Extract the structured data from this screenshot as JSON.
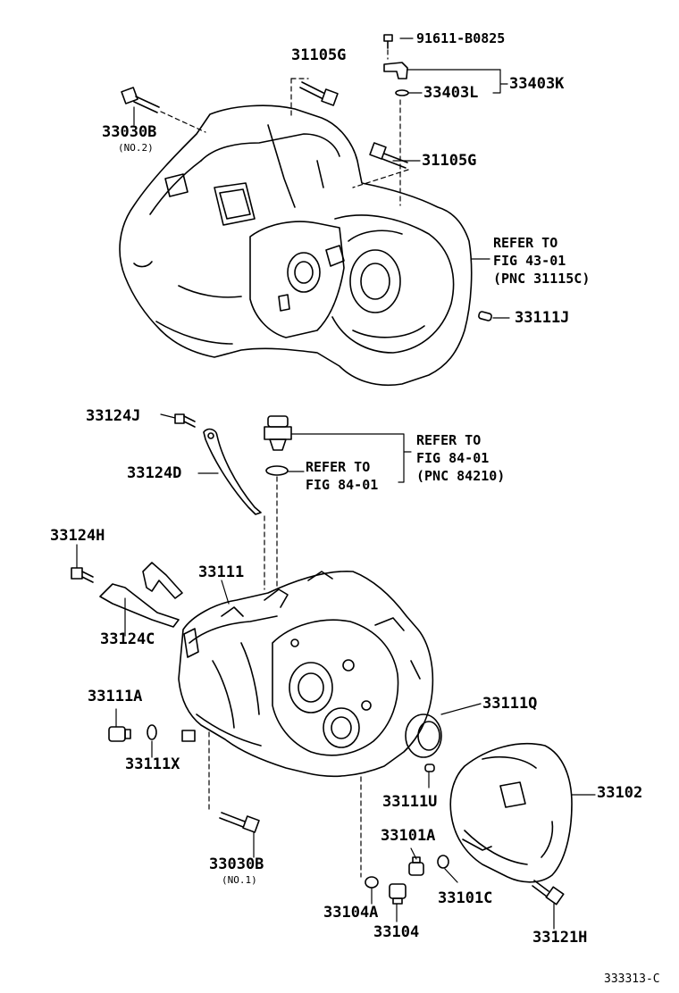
{
  "parts": {
    "p91611": "91611-B0825",
    "p31105g_top": "31105G",
    "p33403k": "33403K",
    "p33403l": "33403L",
    "p33030b_top": "33030B",
    "p33030b_top_sub": "(NO.2)",
    "p31105g_mid": "31105G",
    "p33111j": "33111J",
    "p33124j": "33124J",
    "p33124d": "33124D",
    "p33124h": "33124H",
    "p33111": "33111",
    "p33124c": "33124C",
    "p33111a": "33111A",
    "p33111x": "33111X",
    "p33111q": "33111Q",
    "p33111u": "33111U",
    "p33102": "33102",
    "p33101a": "33101A",
    "p33030b_bot": "33030B",
    "p33030b_bot_sub": "(NO.1)",
    "p33104a": "33104A",
    "p33101c": "33101C",
    "p33104": "33104",
    "p33121h": "33121H"
  },
  "notes": {
    "refer1_l1": "REFER TO",
    "refer1_l2": "FIG 43-01",
    "refer1_l3": "(PNC 31115C)",
    "refer2_l1": "REFER TO",
    "refer2_l2": "FIG 84-01",
    "refer2_l3": "(PNC 84210)",
    "refer3_l1": "REFER TO",
    "refer3_l2": "FIG 84-01"
  },
  "figure_id": "333313-C"
}
